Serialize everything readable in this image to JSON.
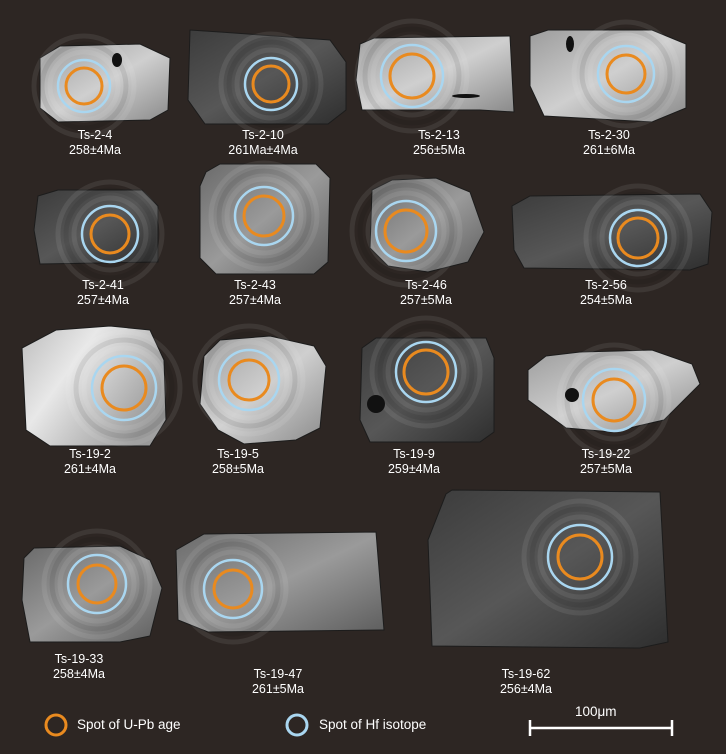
{
  "grains": [
    {
      "id": "Ts-2-4",
      "age": "258±4Ma"
    },
    {
      "id": "Ts-2-10",
      "age": "261Ma±4Ma"
    },
    {
      "id": "Ts-2-13",
      "age": "256±5Ma"
    },
    {
      "id": "Ts-2-30",
      "age": "261±6Ma"
    },
    {
      "id": "Ts-2-41",
      "age": "257±4Ma"
    },
    {
      "id": "Ts-2-43",
      "age": "257±4Ma"
    },
    {
      "id": "Ts-2-46",
      "age": "257±5Ma"
    },
    {
      "id": "Ts-2-56",
      "age": "254±5Ma"
    },
    {
      "id": "Ts-19-2",
      "age": "261±4Ma"
    },
    {
      "id": "Ts-19-5",
      "age": "258±5Ma"
    },
    {
      "id": "Ts-19-9",
      "age": "259±4Ma"
    },
    {
      "id": "Ts-19-22",
      "age": "257±5Ma"
    },
    {
      "id": "Ts-19-33",
      "age": "258±4Ma"
    },
    {
      "id": "Ts-19-47",
      "age": "261±5Ma"
    },
    {
      "id": "Ts-19-62",
      "age": "256±4Ma"
    }
  ],
  "legend": {
    "upb_label": "Spot of U-Pb age",
    "hf_label": "Spot of Hf isotope",
    "upb_color": "#e98a1f",
    "hf_color": "#a9d6f0"
  },
  "scale_bar": {
    "label": "100μm"
  },
  "colors": {
    "background": "#2d2623"
  }
}
